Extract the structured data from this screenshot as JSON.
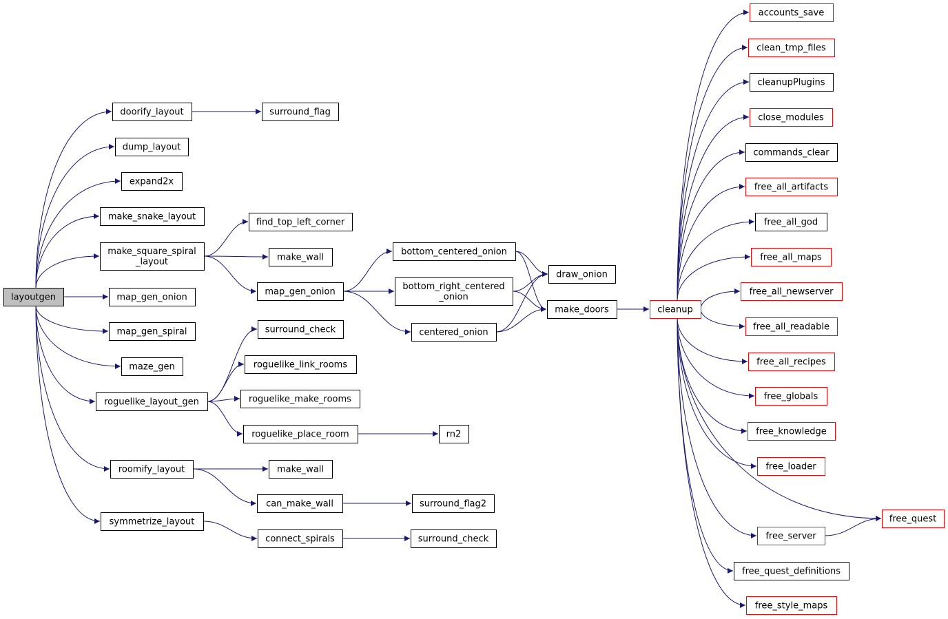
{
  "nodes": [
    {
      "id": "layoutgen",
      "label": "layoutgen",
      "style": "root"
    },
    {
      "id": "doorify_layout",
      "label": "doorify_layout"
    },
    {
      "id": "dump_layout",
      "label": "dump_layout"
    },
    {
      "id": "expand2x",
      "label": "expand2x"
    },
    {
      "id": "make_snake_layout",
      "label": "make_snake_layout"
    },
    {
      "id": "make_square_spiral_layout",
      "label": [
        "make_square_spiral",
        "_layout"
      ]
    },
    {
      "id": "map_gen_onion",
      "label": "map_gen_onion"
    },
    {
      "id": "map_gen_spiral",
      "label": "map_gen_spiral"
    },
    {
      "id": "maze_gen",
      "label": "maze_gen"
    },
    {
      "id": "roguelike_layout_gen",
      "label": "roguelike_layout_gen"
    },
    {
      "id": "roomify_layout",
      "label": "roomify_layout"
    },
    {
      "id": "symmetrize_layout",
      "label": "symmetrize_layout"
    },
    {
      "id": "surround_flag",
      "label": "surround_flag"
    },
    {
      "id": "find_top_left_corner",
      "label": "find_top_left_corner"
    },
    {
      "id": "make_wall_1",
      "label": "make_wall"
    },
    {
      "id": "map_gen_onion_2",
      "label": "map_gen_onion"
    },
    {
      "id": "surround_check_1",
      "label": "surround_check"
    },
    {
      "id": "roguelike_link_rooms",
      "label": "roguelike_link_rooms"
    },
    {
      "id": "roguelike_make_rooms",
      "label": "roguelike_make_rooms"
    },
    {
      "id": "roguelike_place_room",
      "label": "roguelike_place_room"
    },
    {
      "id": "make_wall_2",
      "label": "make_wall"
    },
    {
      "id": "can_make_wall",
      "label": "can_make_wall"
    },
    {
      "id": "connect_spirals",
      "label": "connect_spirals"
    },
    {
      "id": "bottom_centered_onion",
      "label": "bottom_centered_onion"
    },
    {
      "id": "bottom_right_centered_onion",
      "label": [
        "bottom_right_centered",
        "_onion"
      ]
    },
    {
      "id": "centered_onion",
      "label": "centered_onion"
    },
    {
      "id": "rn2",
      "label": "rn2"
    },
    {
      "id": "surround_flag2",
      "label": "surround_flag2"
    },
    {
      "id": "surround_check_2",
      "label": "surround_check"
    },
    {
      "id": "draw_onion",
      "label": "draw_onion"
    },
    {
      "id": "make_doors",
      "label": "make_doors"
    },
    {
      "id": "cleanup",
      "label": "cleanup",
      "style": "red"
    },
    {
      "id": "accounts_save",
      "label": "accounts_save",
      "style": "red"
    },
    {
      "id": "clean_tmp_files",
      "label": "clean_tmp_files",
      "style": "red"
    },
    {
      "id": "cleanupPlugins",
      "label": "cleanupPlugins"
    },
    {
      "id": "close_modules",
      "label": "close_modules",
      "style": "red"
    },
    {
      "id": "commands_clear",
      "label": "commands_clear"
    },
    {
      "id": "free_all_artifacts",
      "label": "free_all_artifacts",
      "style": "red"
    },
    {
      "id": "free_all_god",
      "label": "free_all_god"
    },
    {
      "id": "free_all_maps",
      "label": "free_all_maps",
      "style": "red"
    },
    {
      "id": "free_all_newserver",
      "label": "free_all_newserver",
      "style": "red"
    },
    {
      "id": "free_all_readable",
      "label": "free_all_readable",
      "style": "red"
    },
    {
      "id": "free_all_recipes",
      "label": "free_all_recipes",
      "style": "red"
    },
    {
      "id": "free_globals",
      "label": "free_globals",
      "style": "red"
    },
    {
      "id": "free_knowledge",
      "label": "free_knowledge",
      "style": "red"
    },
    {
      "id": "free_loader",
      "label": "free_loader",
      "style": "red"
    },
    {
      "id": "free_quest",
      "label": "free_quest",
      "style": "red"
    },
    {
      "id": "free_server",
      "label": "free_server",
      "style": "red"
    },
    {
      "id": "free_quest_definitions",
      "label": "free_quest_definitions"
    },
    {
      "id": "free_style_maps",
      "label": "free_style_maps",
      "style": "red"
    }
  ],
  "edges": [
    [
      "layoutgen",
      "doorify_layout"
    ],
    [
      "layoutgen",
      "dump_layout"
    ],
    [
      "layoutgen",
      "expand2x"
    ],
    [
      "layoutgen",
      "make_snake_layout"
    ],
    [
      "layoutgen",
      "make_square_spiral_layout"
    ],
    [
      "layoutgen",
      "map_gen_onion"
    ],
    [
      "layoutgen",
      "map_gen_spiral"
    ],
    [
      "layoutgen",
      "maze_gen"
    ],
    [
      "layoutgen",
      "roguelike_layout_gen"
    ],
    [
      "layoutgen",
      "roomify_layout"
    ],
    [
      "layoutgen",
      "symmetrize_layout"
    ],
    [
      "doorify_layout",
      "surround_flag"
    ],
    [
      "make_square_spiral_layout",
      "find_top_left_corner"
    ],
    [
      "make_square_spiral_layout",
      "make_wall_1"
    ],
    [
      "make_square_spiral_layout",
      "map_gen_onion_2"
    ],
    [
      "roguelike_layout_gen",
      "surround_check_1"
    ],
    [
      "roguelike_layout_gen",
      "roguelike_link_rooms"
    ],
    [
      "roguelike_layout_gen",
      "roguelike_make_rooms"
    ],
    [
      "roguelike_layout_gen",
      "roguelike_place_room"
    ],
    [
      "roomify_layout",
      "make_wall_2"
    ],
    [
      "roomify_layout",
      "can_make_wall"
    ],
    [
      "symmetrize_layout",
      "connect_spirals"
    ],
    [
      "map_gen_onion_2",
      "bottom_centered_onion"
    ],
    [
      "map_gen_onion_2",
      "bottom_right_centered_onion"
    ],
    [
      "map_gen_onion_2",
      "centered_onion"
    ],
    [
      "roguelike_place_room",
      "rn2"
    ],
    [
      "can_make_wall",
      "surround_flag2"
    ],
    [
      "connect_spirals",
      "surround_check_2"
    ],
    [
      "bottom_centered_onion",
      "draw_onion"
    ],
    [
      "bottom_centered_onion",
      "make_doors"
    ],
    [
      "bottom_right_centered_onion",
      "draw_onion"
    ],
    [
      "bottom_right_centered_onion",
      "make_doors"
    ],
    [
      "centered_onion",
      "draw_onion"
    ],
    [
      "centered_onion",
      "make_doors"
    ],
    [
      "make_doors",
      "cleanup"
    ],
    [
      "cleanup",
      "accounts_save"
    ],
    [
      "cleanup",
      "clean_tmp_files"
    ],
    [
      "cleanup",
      "cleanupPlugins"
    ],
    [
      "cleanup",
      "close_modules"
    ],
    [
      "cleanup",
      "commands_clear"
    ],
    [
      "cleanup",
      "free_all_artifacts"
    ],
    [
      "cleanup",
      "free_all_god"
    ],
    [
      "cleanup",
      "free_all_maps"
    ],
    [
      "cleanup",
      "free_all_newserver"
    ],
    [
      "cleanup",
      "free_all_readable"
    ],
    [
      "cleanup",
      "free_all_recipes"
    ],
    [
      "cleanup",
      "free_globals"
    ],
    [
      "cleanup",
      "free_knowledge"
    ],
    [
      "cleanup",
      "free_loader"
    ],
    [
      "cleanup",
      "free_quest"
    ],
    [
      "cleanup",
      "free_server"
    ],
    [
      "cleanup",
      "free_quest_definitions"
    ],
    [
      "cleanup",
      "free_style_maps"
    ],
    [
      "free_server",
      "free_quest"
    ]
  ],
  "colors": {
    "edge": "#191970",
    "root_fill": "#bfbfbf",
    "red_border": "#ff0000"
  }
}
